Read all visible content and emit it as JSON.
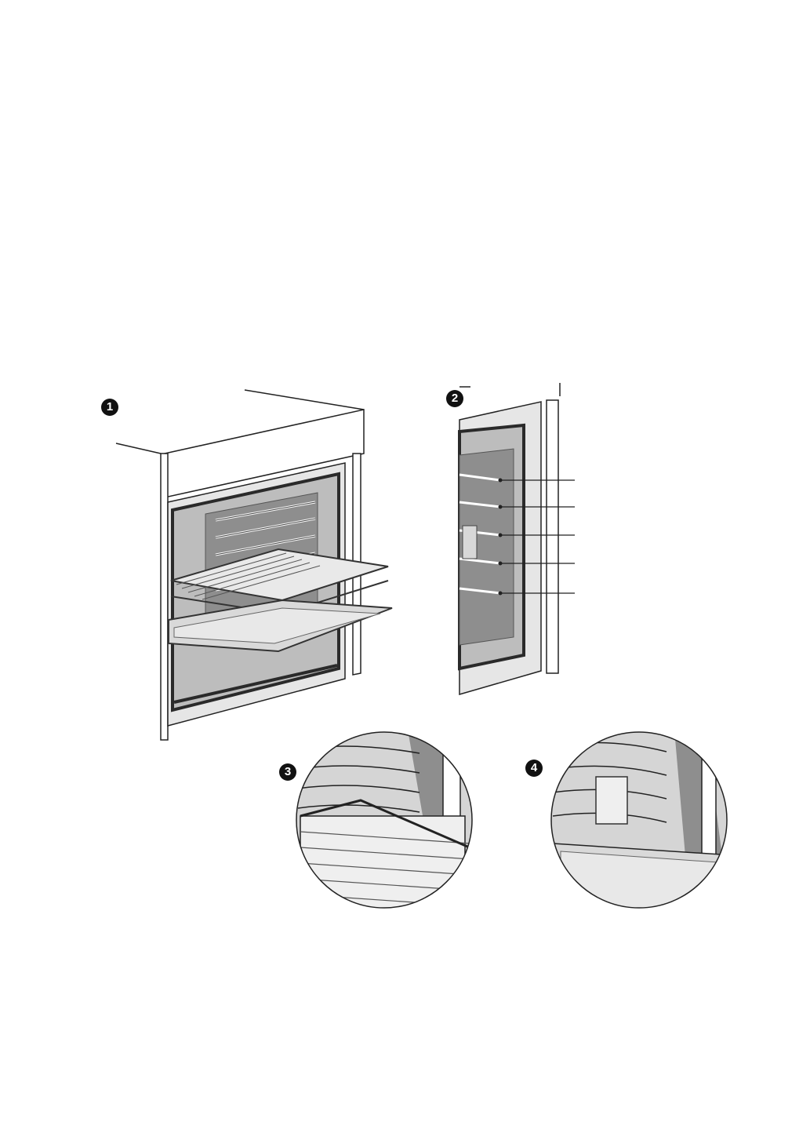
{
  "figure": {
    "badges": [
      "1",
      "2",
      "3",
      "4"
    ],
    "callout_count": 5,
    "footer_text": "",
    "colors": {
      "outline": "#222222",
      "panel_grey": "#bdbdbd",
      "panel_dark": "#8a8a8a",
      "seal": "#3a3a3a",
      "cavity": "#d0d0d0"
    }
  }
}
